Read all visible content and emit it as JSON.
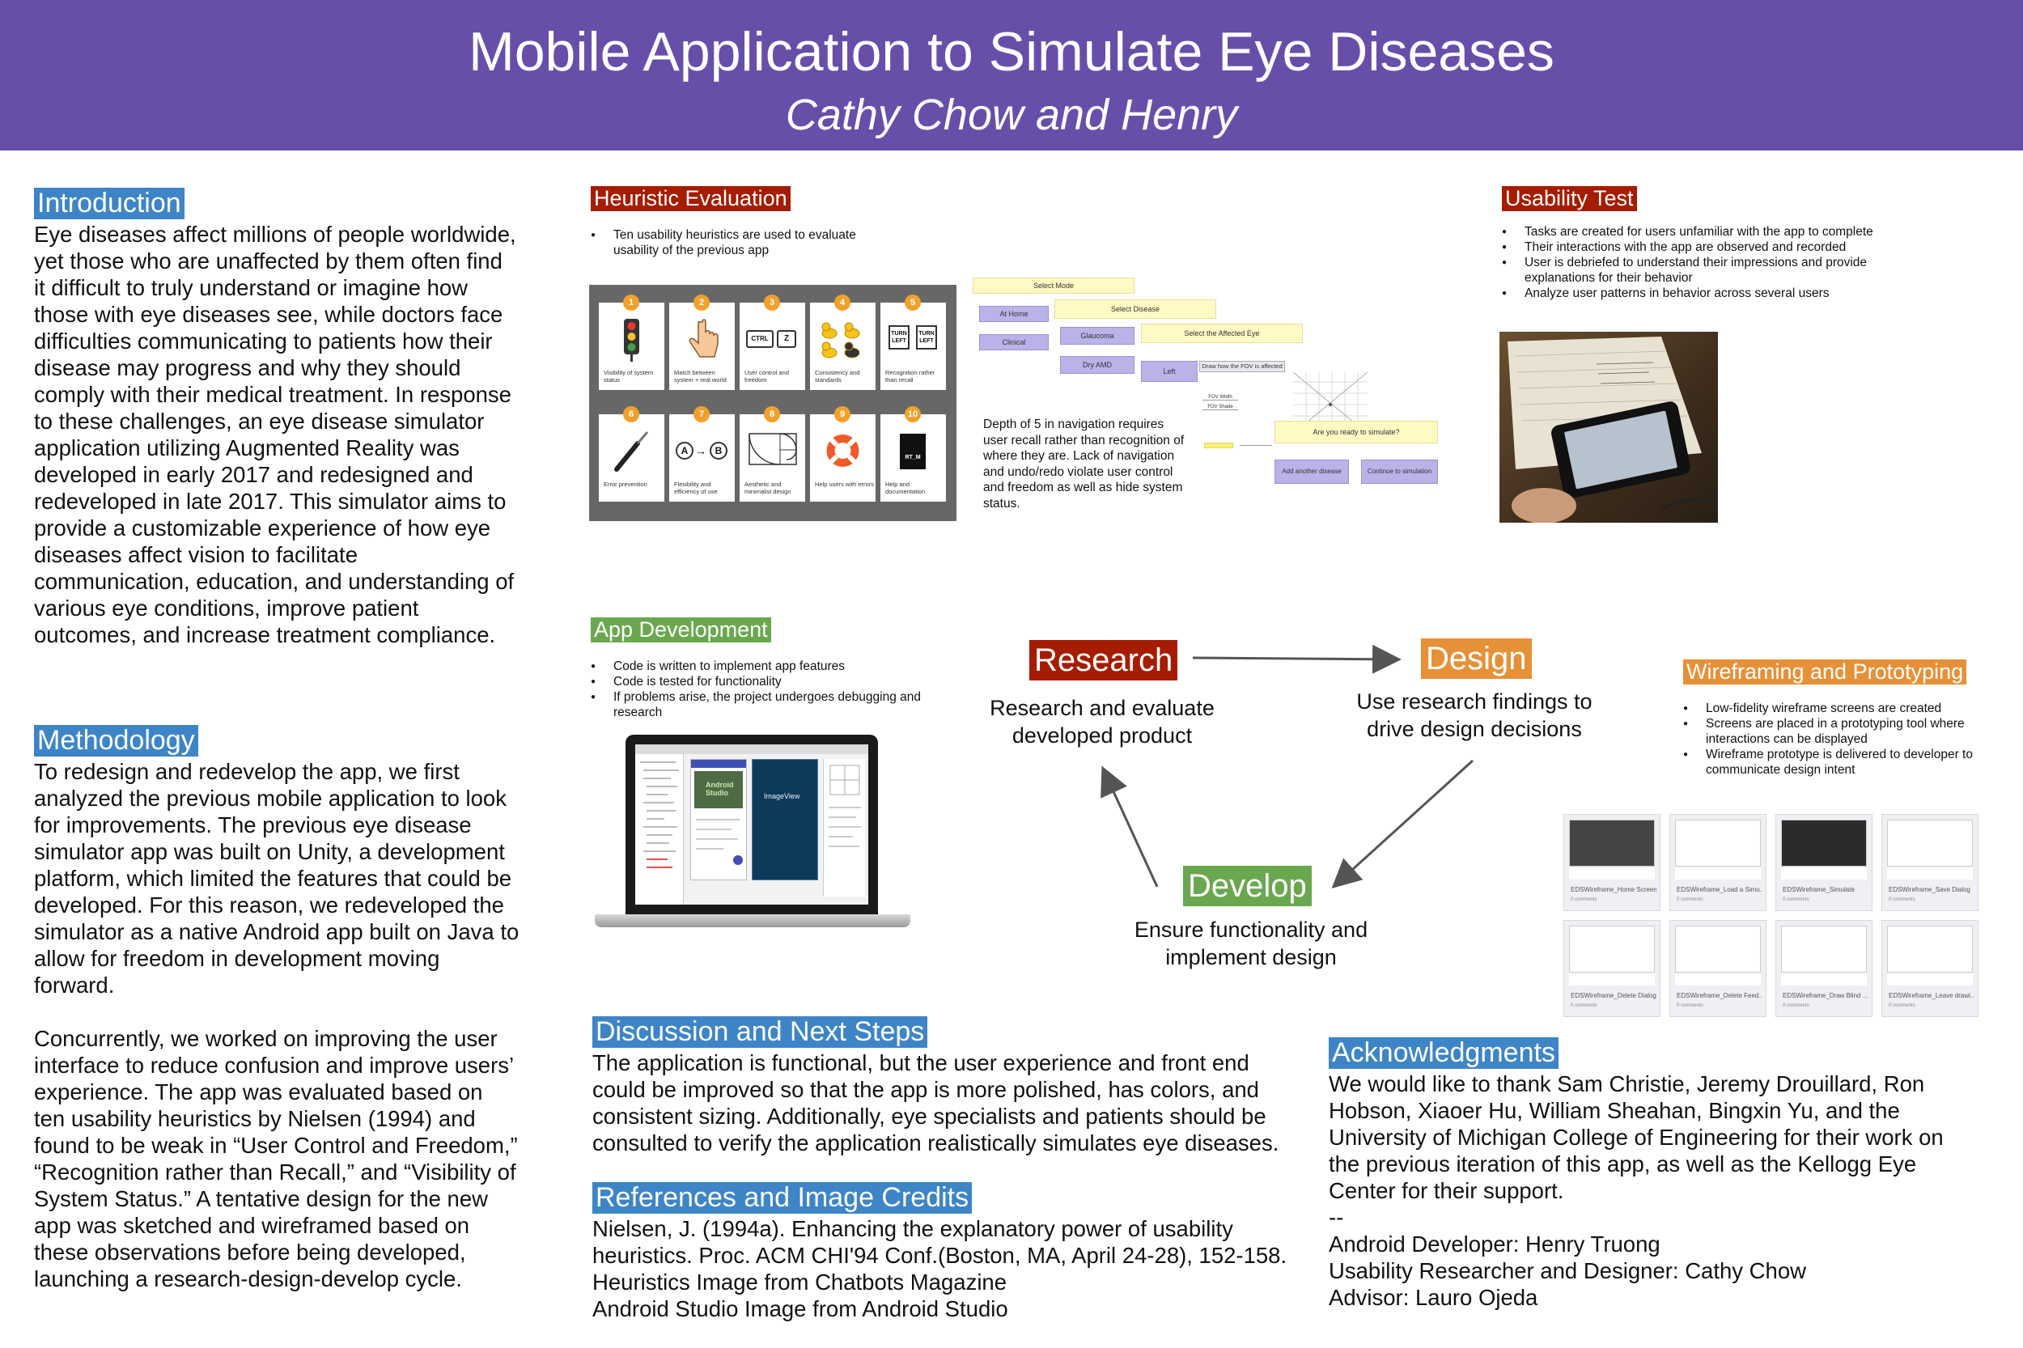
{
  "header": {
    "title": "Mobile Application to Simulate Eye Diseases",
    "authors": "Cathy Chow and Henry"
  },
  "introduction": {
    "heading": "Introduction",
    "body": "Eye diseases affect millions of people worldwide, yet those who are unaffected by them often find it difficult to truly understand or imagine how those with eye diseases see, while doctors face difficulties communicating to patients how their disease may progress and why they should comply with their medical treatment. In response to these challenges, an eye disease simulator application utilizing Augmented Reality was developed in early 2017 and redesigned and redeveloped in late 2017. This simulator aims to provide a customizable experience of how eye diseases affect vision to facilitate communication, education, and understanding of various eye conditions, improve patient outcomes, and increase treatment compliance."
  },
  "methodology": {
    "heading": "Methodology",
    "para1": "To redesign and redevelop the app, we first analyzed the previous mobile application to look for improvements. The previous eye disease simulator app was built on Unity, a development platform, which limited the features that could be developed. For this reason, we redeveloped the simulator as a native Android app built on Java to allow for freedom in development moving forward.",
    "para2": "Concurrently, we worked on improving the user interface to reduce confusion and improve users’ experience. The app was evaluated based on ten usability heuristics by Nielsen (1994) and found to be weak in “User Control and Freedom,” “Recognition rather than Recall,” and “Visibility of System Status.” A tentative design for the new app was sketched and wireframed based on these observations before being developed, launching a research-design-develop cycle."
  },
  "heuristic_evaluation": {
    "heading": "Heuristic Evaluation",
    "bullets": [
      "Ten usability heuristics are used to evaluate usability of the previous app"
    ],
    "cards": [
      {
        "num": "1",
        "label": "Visibility of system status",
        "icon": "traffic-light-icon"
      },
      {
        "num": "2",
        "label": "Match between system + real world",
        "icon": "hand-pointer-icon"
      },
      {
        "num": "3",
        "label": "User control and freedom",
        "icon": "ctrl-z-keys-icon",
        "key1": "CTRL",
        "key2": "Z"
      },
      {
        "num": "4",
        "label": "Consistency and standards",
        "icon": "rubber-ducks-icon"
      },
      {
        "num": "5",
        "label": "Recognition rather than recall",
        "icon": "turn-left-signs-icon",
        "sign1": "TURN LEFT",
        "sign2": "TURN LEFT"
      },
      {
        "num": "6",
        "label": "Error prevention",
        "icon": "screwdriver-icon"
      },
      {
        "num": "7",
        "label": "Flexibility and efficiency of use",
        "icon": "a-to-b-icon",
        "a": "A",
        "b": "B"
      },
      {
        "num": "8",
        "label": "Aesthetic and minimalist design",
        "icon": "golden-spiral-icon"
      },
      {
        "num": "9",
        "label": "Help users with errors",
        "icon": "life-ring-icon"
      },
      {
        "num": "10",
        "label": "Help and documentation",
        "icon": "manual-book-icon",
        "book": "RT_M"
      }
    ],
    "nav_flow": {
      "select_mode": "Select Mode",
      "at_home": "At Home",
      "clinical": "Clinical",
      "select_disease": "Select Disease",
      "glaucoma": "Glaucoma",
      "dry_amd": "Dry AMD",
      "select_eye": "Select the Affected Eye",
      "left": "Left",
      "draw_fov": "Draw how the FOV is affected",
      "fov_width": "FOV Width",
      "fov_shade": "FOV Shade",
      "ready": "Are you ready to simulate?",
      "add_another": "Add another disease",
      "continue": "Continue to simulation"
    },
    "note": "Depth of 5 in navigation requires user recall rather than recognition of where they are. Lack of navigation and undo/redo violate user control and freedom as well as hide system status."
  },
  "usability_test": {
    "heading": "Usability Test",
    "bullets": [
      "Tasks are created for users unfamiliar with the app to complete",
      "Their interactions with the app are observed and recorded",
      "User is debriefed to understand their impressions and provide explanations for their behavior",
      "Analyze user patterns in behavior across several users"
    ]
  },
  "app_development": {
    "heading": "App Development",
    "bullets": [
      "Code is written to implement app features",
      "Code is tested for functionality",
      "If problems arise, the project undergoes debugging and research"
    ],
    "laptop_screen": {
      "logo_line1": "Android",
      "logo_line2": "Studio",
      "image_view": "ImageView"
    }
  },
  "cycle": {
    "research_label": "Research",
    "research_text": "Research and evaluate developed product",
    "design_label": "Design",
    "design_text": "Use research findings to drive design decisions",
    "develop_label": "Develop",
    "develop_text": "Ensure functionality and implement design"
  },
  "wireframing": {
    "heading": "Wireframing and Prototyping",
    "bullets": [
      "Low-fidelity wireframe screens are created",
      "Screens are placed in a prototyping tool where interactions can be displayed",
      "Wireframe prototype is delivered to developer to communicate design intent"
    ],
    "comments": "0 comments",
    "screens": [
      "EDSWireframe_Home Screen",
      "EDSWireframe_Load a Simu...",
      "EDSWireframe_Simulate",
      "EDSWireframe_Save Dialog",
      "EDSWireframe_Delete Dialog",
      "EDSWireframe_Delete Feed...",
      "EDSWireframe_Draw Blind ...",
      "EDSWireframe_Leave drawi..."
    ]
  },
  "discussion": {
    "heading": "Discussion and Next Steps",
    "body": "The application is functional, but the user experience and front end could be improved so that the app is more polished, has colors, and consistent sizing. Additionally, eye specialists and patients should be consulted to verify the application realistically simulates eye diseases."
  },
  "references": {
    "heading": "References and Image Credits",
    "items": [
      "Nielsen, J. (1994a). Enhancing the explanatory power of usability heuristics. Proc. ACM CHI'94 Conf.(Boston, MA, April 24-28), 152-158.",
      "Heuristics Image from Chatbots Magazine",
      "Android Studio Image from Android Studio"
    ]
  },
  "acknowledgments": {
    "heading": "Acknowledgments",
    "body": "We would like to thank Sam Christie, Jeremy Drouillard, Ron Hobson, Xiaoer Hu, William Sheahan, Bingxin Yu, and the University of Michigan College of Engineering for their work on the previous iteration of this app, as well as the Kellogg Eye Center for their support.",
    "separator": "--",
    "credits": [
      "Android Developer: Henry Truong",
      "Usability Researcher and Designer: Cathy Chow",
      "Advisor: Lauro Ojeda"
    ]
  },
  "colors": {
    "header_purple": "#674fa9",
    "blue": "#3d85c6",
    "red": "#a61c00",
    "green": "#6aa84f",
    "orange": "#e69138"
  }
}
